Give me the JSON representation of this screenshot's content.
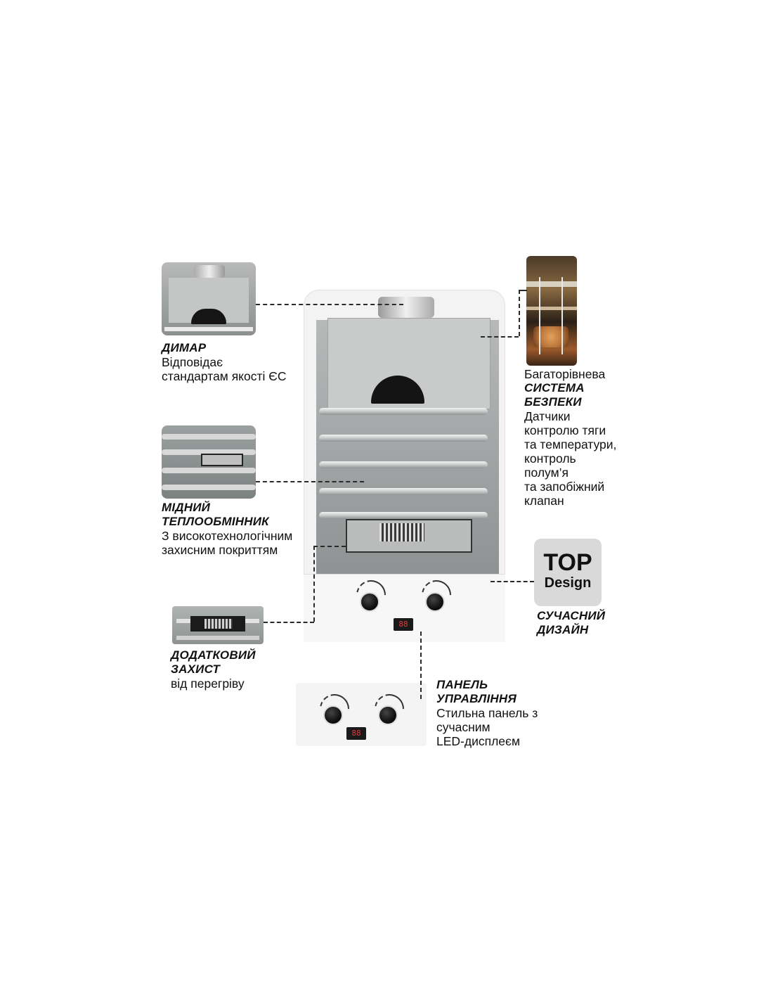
{
  "callouts": {
    "flue": {
      "title": "ДИМАР",
      "desc_lines": [
        "Відповідає",
        "стандартам якості ЄС"
      ]
    },
    "heat_exchanger": {
      "title_lines": [
        "МІДНИЙ",
        "ТЕПЛООБМІННИК"
      ],
      "desc_lines": [
        "З високотехнологічним",
        "захисним покриттям"
      ]
    },
    "overheat": {
      "title_lines": [
        "ДОДАТКОВИЙ",
        "ЗАХИСТ"
      ],
      "desc_lines": [
        "від перегріву"
      ]
    },
    "safety": {
      "intro": "Багаторівнева",
      "title_lines": [
        "СИСТЕМА",
        "БЕЗПЕКИ"
      ],
      "desc_lines": [
        "Датчики",
        "контролю тяги",
        "та температури,",
        "контроль",
        "полум’я",
        "та запобіжний",
        "клапан"
      ]
    },
    "design": {
      "badge_top": "TOP",
      "badge_bottom": "Design",
      "title_lines": [
        "СУЧАСНИЙ",
        "ДИЗАЙН"
      ]
    },
    "control_panel": {
      "title_lines": [
        "ПАНЕЛЬ",
        "УПРАВЛІННЯ"
      ],
      "desc_lines": [
        "Стильна панель з",
        "сучасним",
        "LED-дисплеєм"
      ]
    }
  },
  "display": {
    "led_readout": "88"
  },
  "colors": {
    "accent_text": "#111111",
    "led": "#e03a3a",
    "badge_bg": "#d9d9d9",
    "copper": "#b8743a"
  }
}
